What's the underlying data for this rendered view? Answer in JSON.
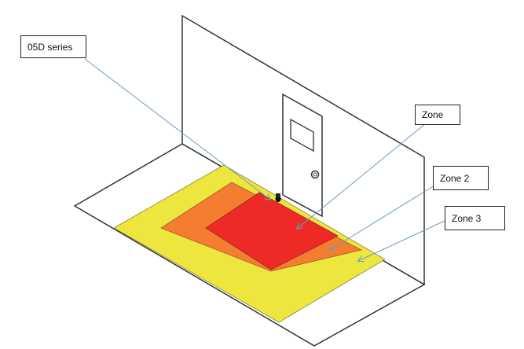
{
  "labels": {
    "sensor": "05D series",
    "zone1": "Zone",
    "zone2": "Zone 2",
    "zone3": "Zone 3"
  },
  "colors": {
    "zone1": "#EE2A27",
    "zone2": "#F57D30",
    "zone3": "#EDE63F",
    "leader": "#6A9BC6",
    "outline": "#333333"
  }
}
